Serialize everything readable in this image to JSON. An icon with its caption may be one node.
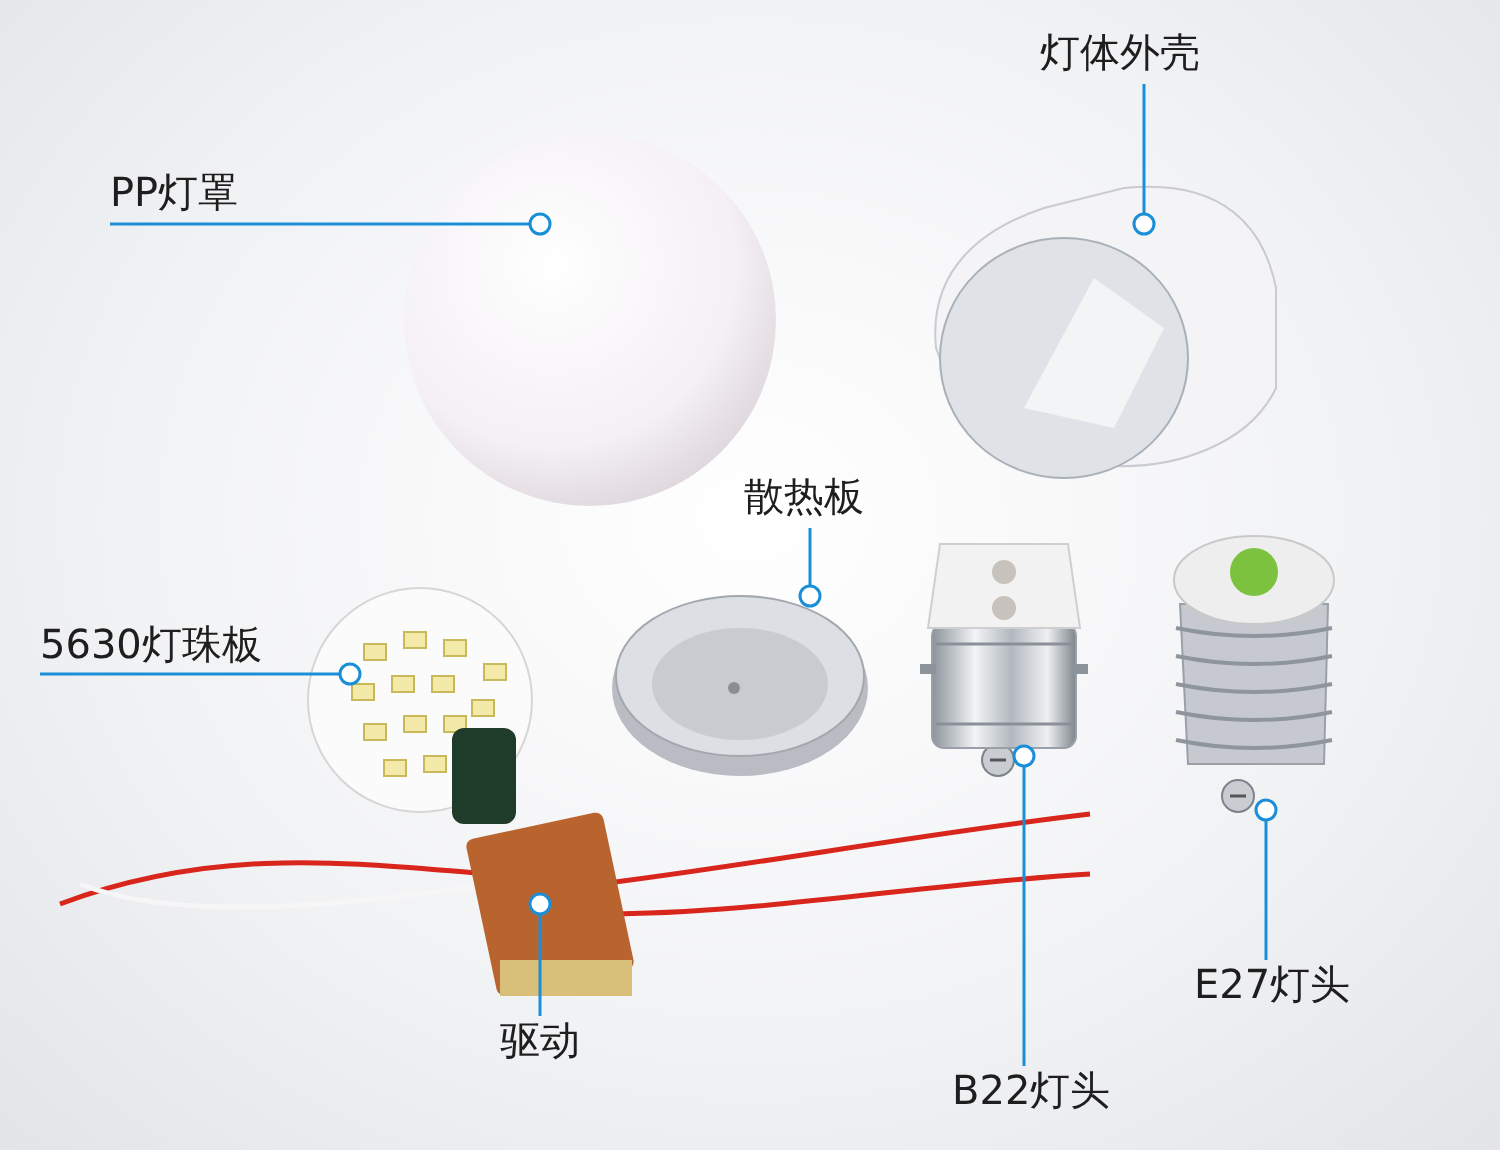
{
  "diagram": {
    "nodes": [
      {
        "text": [
          "PP灯罩"
        ]
      },
      {
        "text": [],
        "shape": "picture"
      },
      {
        "text": [
          "灯体外壳"
        ]
      },
      {
        "text": [],
        "shape": "picture"
      },
      {
        "text": [
          "散热板"
        ]
      },
      {
        "text": [],
        "shape": "picture"
      },
      {
        "text": [
          "5630灯珠板"
        ]
      },
      {
        "text": [],
        "shape": "picture"
      },
      {
        "text": [
          "驱动"
        ]
      },
      {
        "text": [],
        "shape": "picture"
      },
      {
        "text": [
          "B22灯头"
        ]
      },
      {
        "text": [],
        "shape": "picture"
      },
      {
        "text": [
          "E27灯头"
        ]
      },
      {
        "text": [],
        "shape": "picture"
      }
    ],
    "edges": [
      {
        "from": 0,
        "to": 1,
        "arrow": "other"
      },
      {
        "from": 2,
        "to": 3,
        "arrow": "other"
      },
      {
        "from": 4,
        "to": 5,
        "arrow": "other"
      },
      {
        "from": 6,
        "to": 7,
        "arrow": "other"
      },
      {
        "from": 8,
        "to": 9,
        "arrow": "other"
      },
      {
        "from": 10,
        "to": 11,
        "arrow": "other"
      },
      {
        "from": 12,
        "to": 13,
        "arrow": "other"
      }
    ]
  }
}
